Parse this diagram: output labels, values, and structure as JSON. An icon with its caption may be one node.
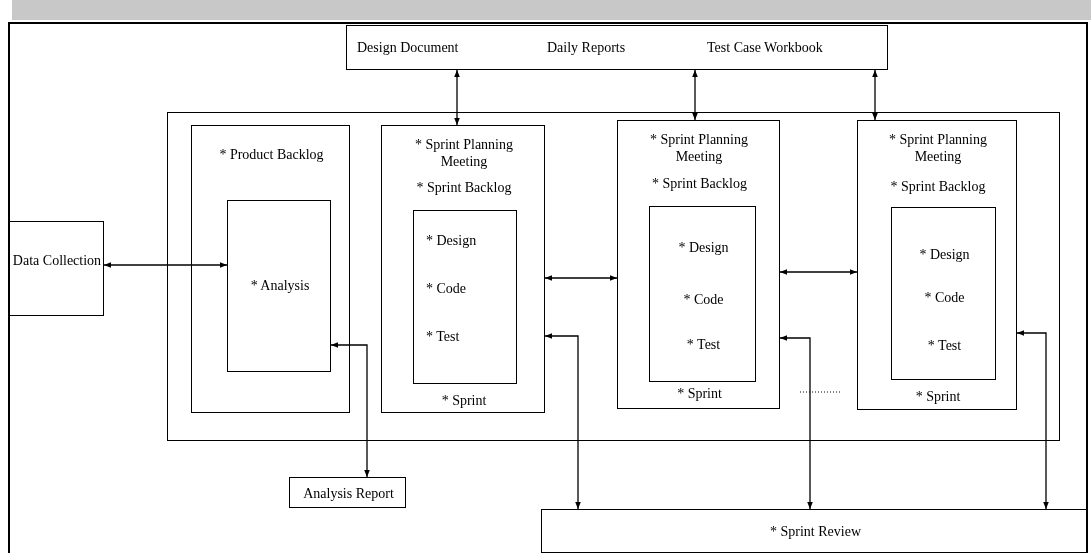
{
  "diagram": {
    "nodes": [
      {
        "text": [
          "Design Document",
          "Daily Reports",
          "Test Case Workbook"
        ]
      },
      {
        "text": [],
        "shape": "box"
      },
      {
        "text": [
          "* Product Backlog"
        ],
        "in": 1
      },
      {
        "text": [
          "* Analysis"
        ],
        "in": 2
      },
      {
        "text": [
          "* Sprint Planning Meeting",
          "* Sprint Backlog",
          "* Sprint"
        ],
        "in": 1
      },
      {
        "text": [
          "* Design",
          "* Code",
          "* Test"
        ],
        "in": 4
      },
      {
        "text": [
          "* Sprint Planning Meeting",
          "* Sprint Backlog",
          "* Sprint"
        ],
        "in": 1
      },
      {
        "text": [
          "* Design",
          "* Code",
          "* Test"
        ],
        "in": 6
      },
      {
        "text": [
          "* Sprint Planning Meeting",
          "* Sprint Backlog",
          "* Sprint"
        ],
        "in": 1
      },
      {
        "text": [
          "* Design",
          "* Code",
          "* Test"
        ],
        "in": 8
      },
      {
        "text": [
          "Data Collection"
        ]
      },
      {
        "text": [
          "Analysis Report"
        ]
      },
      {
        "text": [
          "* Sprint Review"
        ]
      }
    ],
    "edges": [
      {
        "from": 0,
        "to": 4,
        "arrow": "both"
      },
      {
        "from": 0,
        "to": 6,
        "arrow": "both"
      },
      {
        "from": 0,
        "to": 8,
        "arrow": "both"
      },
      {
        "from": 10,
        "to": 3,
        "arrow": "both"
      },
      {
        "from": 4,
        "to": 6,
        "arrow": "both"
      },
      {
        "from": 6,
        "to": 8,
        "arrow": "both"
      },
      {
        "from": 3,
        "to": 11,
        "arrow": "both"
      },
      {
        "from": 4,
        "to": 12,
        "arrow": "both"
      },
      {
        "from": 6,
        "to": 12,
        "arrow": "both"
      },
      {
        "from": 8,
        "to": 12,
        "arrow": "both"
      }
    ]
  }
}
